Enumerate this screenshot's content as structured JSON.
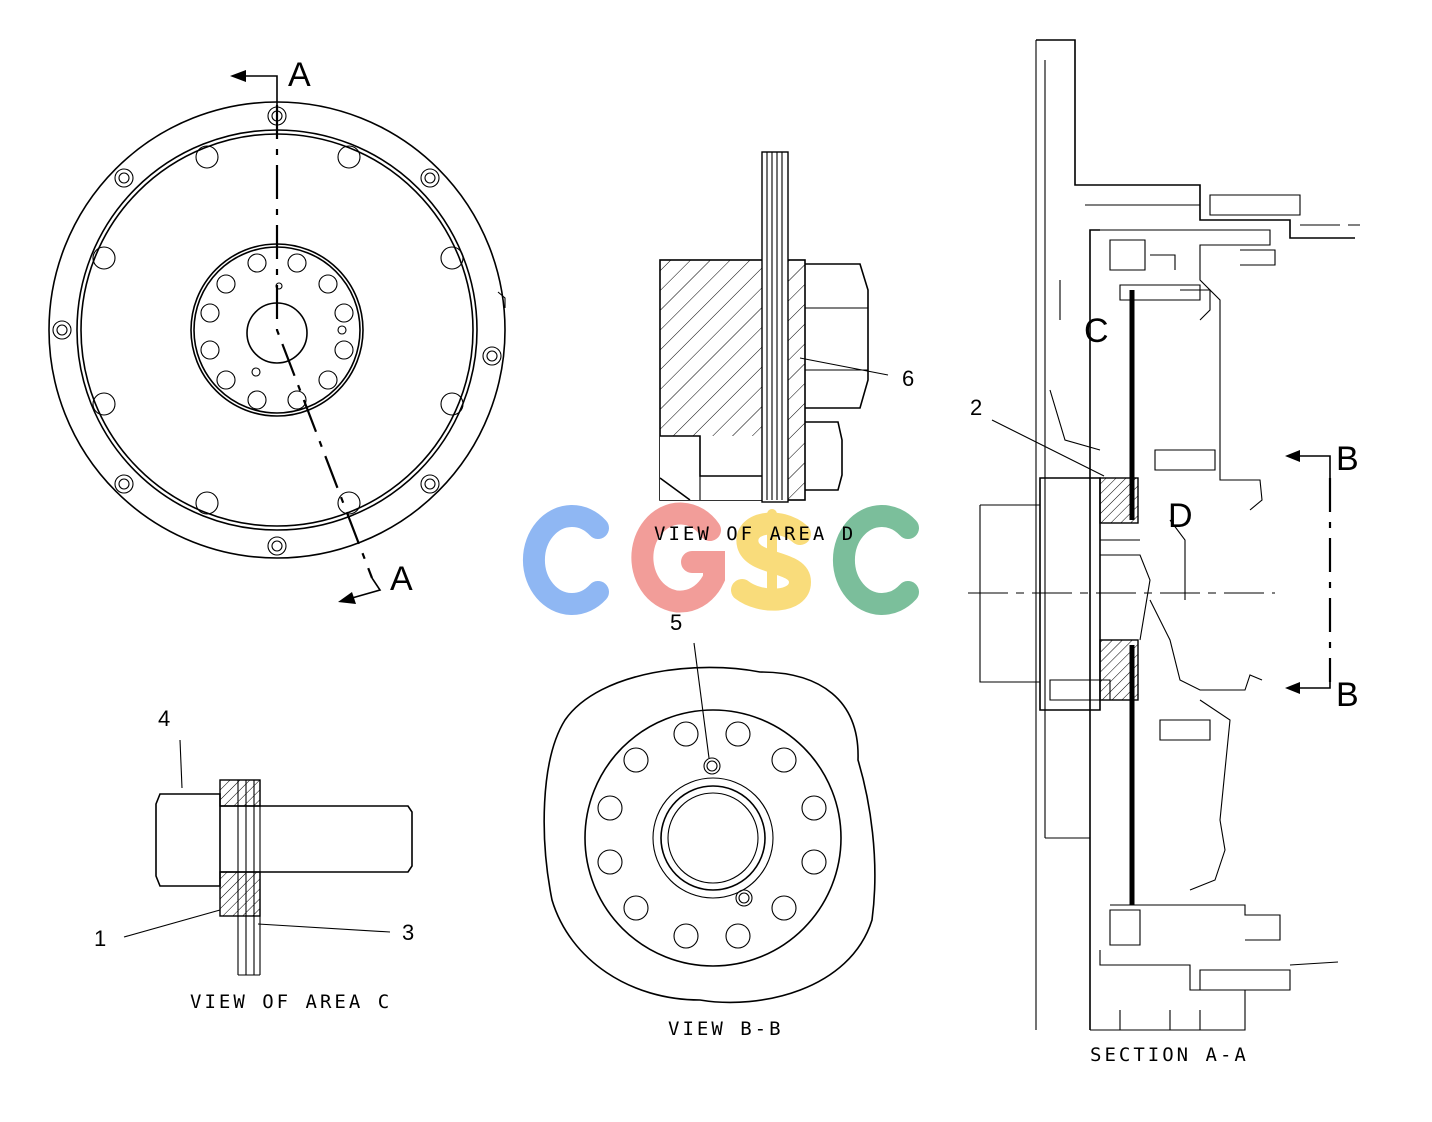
{
  "labels": {
    "section_top": "A",
    "section_bottom": "A",
    "b_top": "B",
    "b_bottom": "B",
    "area_c": "C",
    "area_d": "D"
  },
  "callouts": {
    "c1": "1",
    "c2": "2",
    "c3": "3",
    "c4": "4",
    "c5": "5",
    "c6": "6"
  },
  "captions": {
    "area_d": "VIEW OF AREA D",
    "area_c": "VIEW OF AREA C",
    "view_bb": "VIEW B-B",
    "section_aa": "SECTION A-A"
  },
  "watermark": {
    "text": "CGSC",
    "colors": [
      "#6aa0f0",
      "#ee7d78",
      "#f8d150",
      "#4fa97a"
    ]
  }
}
